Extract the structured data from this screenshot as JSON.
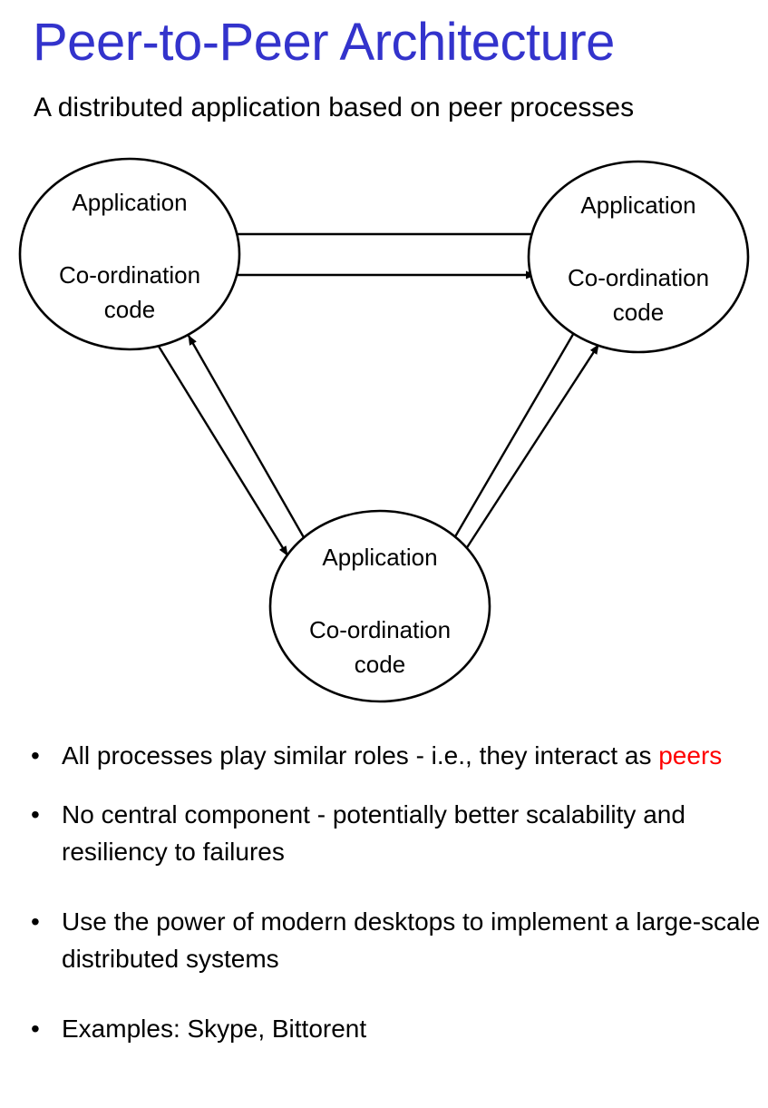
{
  "slide": {
    "title": "Peer-to-Peer Architecture",
    "subtitle": "A distributed application based on peer processes",
    "title_color": "#3333CC",
    "background_color": "#FFFFFF",
    "highlight_color": "#FF0000"
  },
  "diagram": {
    "type": "peer-to-peer-node-graph",
    "node_count": 3,
    "nodes": [
      {
        "id": "peer-top-left",
        "line1": "Application",
        "line2": "Co-ordination",
        "line3": "code"
      },
      {
        "id": "peer-top-right",
        "line1": "Application",
        "line2": "Co-ordination",
        "line3": "code"
      },
      {
        "id": "peer-bottom",
        "line1": "Application",
        "line2": "Co-ordination",
        "line3": "code"
      }
    ],
    "edges": [
      {
        "from": "peer-top-right",
        "to": "peer-top-left",
        "style": "arrow"
      },
      {
        "from": "peer-top-left",
        "to": "peer-top-right",
        "style": "arrow"
      },
      {
        "from": "peer-bottom",
        "to": "peer-top-left",
        "style": "arrow"
      },
      {
        "from": "peer-top-left",
        "to": "peer-bottom",
        "style": "arrow"
      },
      {
        "from": "peer-bottom",
        "to": "peer-top-right",
        "style": "arrow"
      },
      {
        "from": "peer-top-right",
        "to": "peer-bottom",
        "style": "arrow"
      }
    ]
  },
  "bullets": [
    {
      "marker": "•",
      "pre": "All processes play similar roles - i.e., they interact as ",
      "highlight": "peers",
      "post": ""
    },
    {
      "marker": "•",
      "pre": "No central component - potentially better scalability and resiliency to failures",
      "highlight": "",
      "post": ""
    },
    {
      "marker": "•",
      "pre": "Use the power of modern desktops to implement a large-scale distributed systems",
      "highlight": "",
      "post": ""
    },
    {
      "marker": "•",
      "pre": "Examples: Skype, Bittorent",
      "highlight": "",
      "post": ""
    }
  ]
}
